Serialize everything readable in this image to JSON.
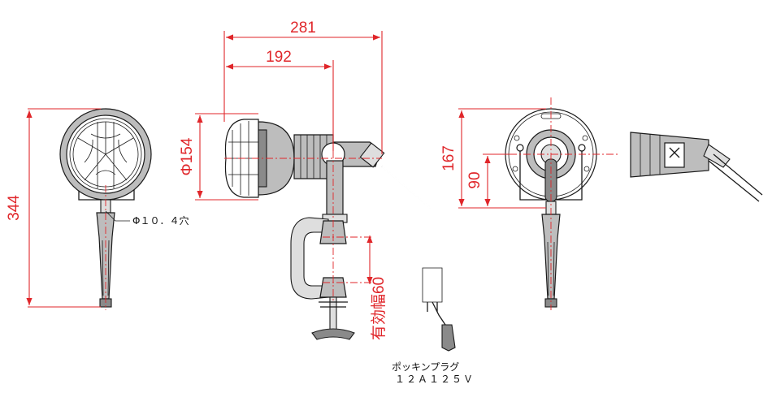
{
  "dimensions": {
    "overall_length": "281",
    "head_to_pole": "192",
    "head_diameter": "Φ154",
    "overall_height": "344",
    "rear_height": "167",
    "pivot_height": "90",
    "clamp_range": "有効幅60"
  },
  "annotations": {
    "hole": "Φ１０．４穴",
    "plug_name": "ポッキンプラグ",
    "plug_rating": "１２Ａ１２５Ｖ"
  },
  "colors": {
    "dimension": "#e0262a",
    "outline": "#1a1a1a",
    "body_gray": "#bdbdbd"
  }
}
